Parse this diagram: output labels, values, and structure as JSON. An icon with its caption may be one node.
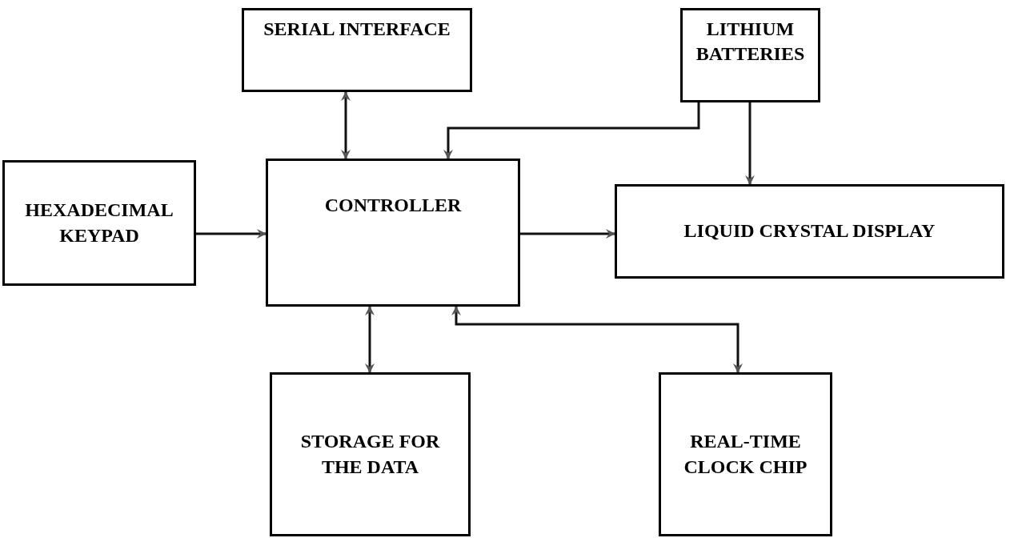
{
  "diagram": {
    "nodes": [
      {
        "text": [
          "SERIAL INTERFACE"
        ]
      },
      {
        "text": [
          "LITHIUM BATTERIES"
        ]
      },
      {
        "text": [
          "HEXADECIMAL KEYPAD"
        ]
      },
      {
        "text": [
          "CONTROLLER"
        ]
      },
      {
        "text": [
          "LIQUID CRYSTAL DISPLAY"
        ]
      },
      {
        "text": [
          "STORAGE FOR THE DATA"
        ]
      },
      {
        "text": [
          "REAL-TIME CLOCK CHIP"
        ]
      }
    ],
    "edges": [
      {
        "from": 0,
        "to": 3,
        "arrow": "both"
      },
      {
        "from": 1,
        "to": 3,
        "arrow": "to"
      },
      {
        "from": 1,
        "to": 4,
        "arrow": "to"
      },
      {
        "from": 2,
        "to": 3,
        "arrow": "to"
      },
      {
        "from": 3,
        "to": 4,
        "arrow": "to"
      },
      {
        "from": 3,
        "to": 5,
        "arrow": "both"
      },
      {
        "from": 3,
        "to": 6,
        "arrow": "both"
      }
    ]
  }
}
